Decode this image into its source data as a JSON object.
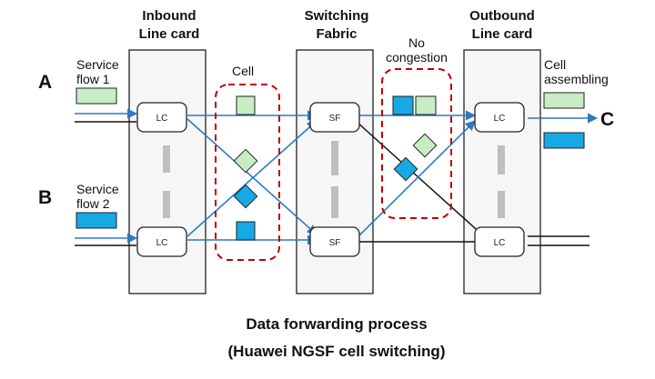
{
  "headers": {
    "inbound": [
      "Inbound",
      "Line card"
    ],
    "switching": [
      "Switching",
      "Fabric"
    ],
    "outbound": [
      "Outbound",
      "Line card"
    ]
  },
  "labels": {
    "a": "A",
    "b": "B",
    "c": "C",
    "service_flow_1": [
      "Service",
      "flow 1"
    ],
    "service_flow_2": [
      "Service",
      "flow 2"
    ],
    "cell": "Cell",
    "no_congestion": [
      "No",
      "congestion"
    ],
    "cell_assembling": [
      "Cell",
      "assembling"
    ]
  },
  "nodes": {
    "lc": "LC",
    "sf": "SF"
  },
  "caption": [
    "Data forwarding process",
    "(Huawei NGSF cell switching)"
  ],
  "colors": {
    "flow_line": "#2e79c0",
    "green_cell": "#c8ecc4",
    "blue_cell": "#17a9e6",
    "dashed_box": "#c00000",
    "card_fill": "#f6f6f6"
  }
}
